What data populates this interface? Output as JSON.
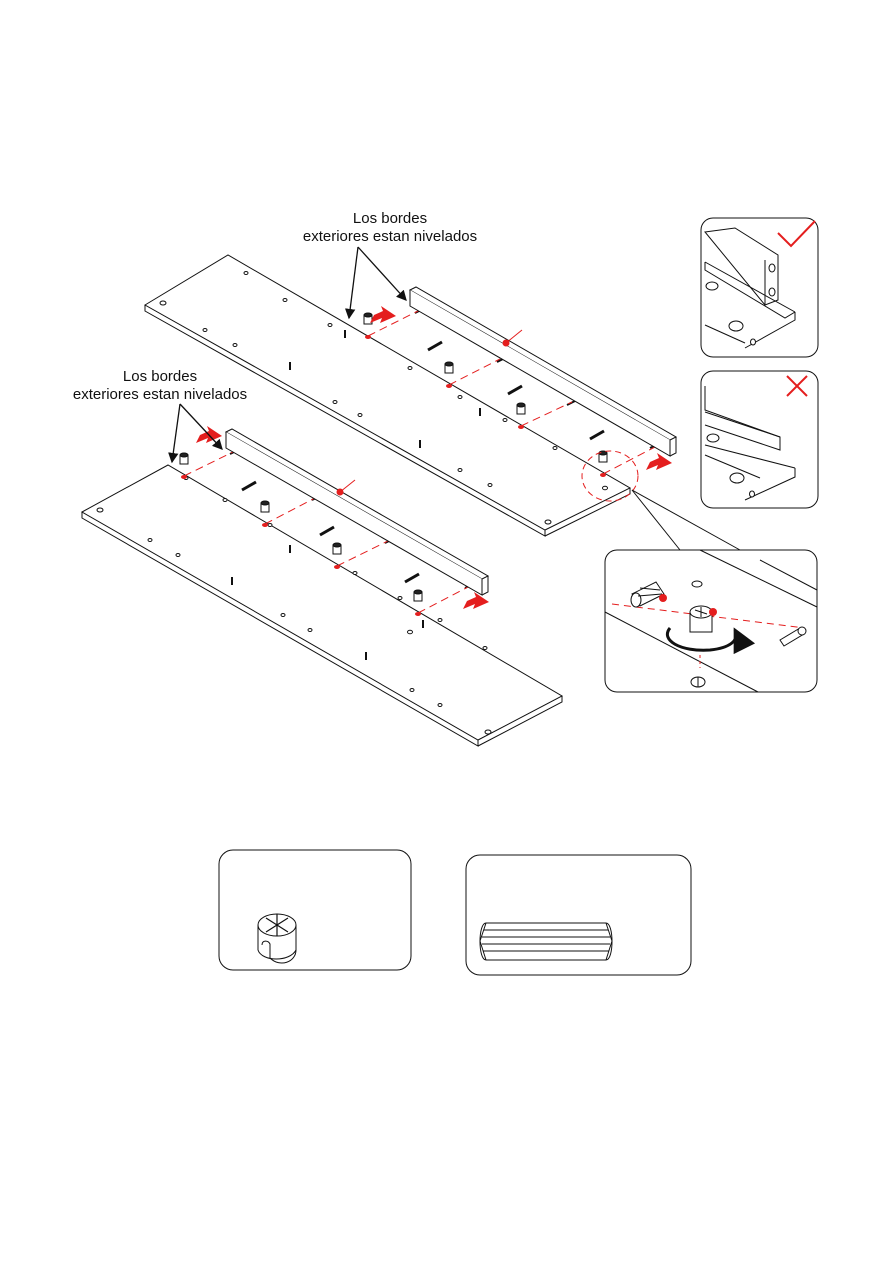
{
  "annotations": {
    "top": {
      "line1": "Los bordes",
      "line2": "exteriores estan nivelados"
    },
    "bottom": {
      "line1": "Los bordes",
      "line2": "exteriores estan nivelados"
    }
  },
  "indicators": {
    "correct": "checkmark-icon",
    "incorrect": "cross-icon"
  },
  "colors": {
    "line": "#111111",
    "accent": "#e41e1e"
  }
}
